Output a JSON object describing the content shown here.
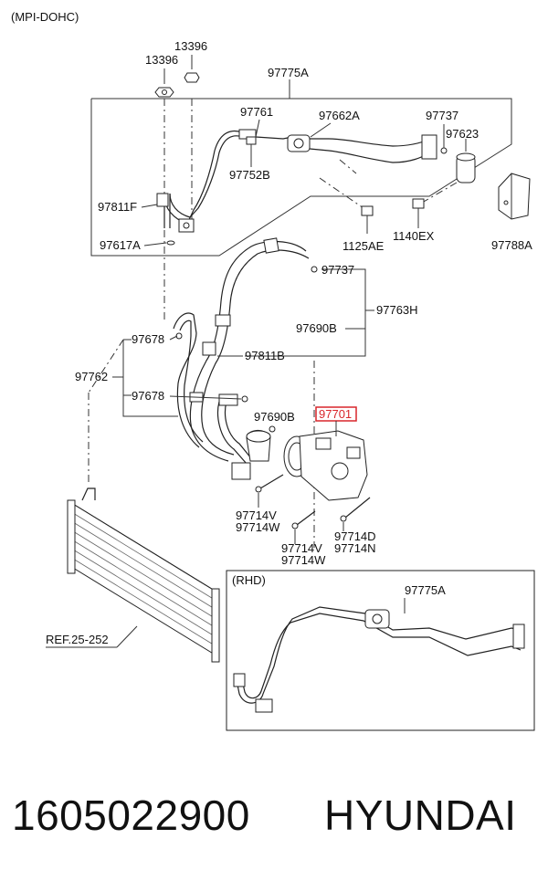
{
  "title": "(MPI-DOHC)",
  "labels": {
    "bolt_left": "13396",
    "bolt_right": "13396",
    "assy_top": "97775A",
    "hose_97761": "97761",
    "valve_97662A": "97662A",
    "seal_97737_top": "97737",
    "receiver_97623": "97623",
    "clip_97752B": "97752B",
    "tube_97811F": "97811F",
    "clamp_97617A": "97617A",
    "bolt_1125AE": "1125AE",
    "bolt_1140EX": "1140EX",
    "cover_97788A": "97788A",
    "seal_97737_mid": "97737",
    "hose_97763H": "97763H",
    "oring_97690B_upper": "97690B",
    "pipe_97811B": "97811B",
    "clip_97678_upper": "97678",
    "assy_97762": "97762",
    "clip_97678_lower": "97678",
    "oring_97690B_lower": "97690B",
    "compressor_97701": "97701",
    "bolt_97714V_1": "97714V",
    "bolt_97714W_1": "97714W",
    "bolt_97714D": "97714D",
    "bolt_97714N": "97714N",
    "bolt_97714V_2": "97714V",
    "bolt_97714W_2": "97714W",
    "ref": "REF.25-252",
    "rhd": "(RHD)",
    "assy_rhd": "97775A"
  },
  "footer": {
    "part_number": "1605022900",
    "brand": "HYUNDAI"
  },
  "colors": {
    "highlight": "#d9262b",
    "ink": "#222222"
  }
}
